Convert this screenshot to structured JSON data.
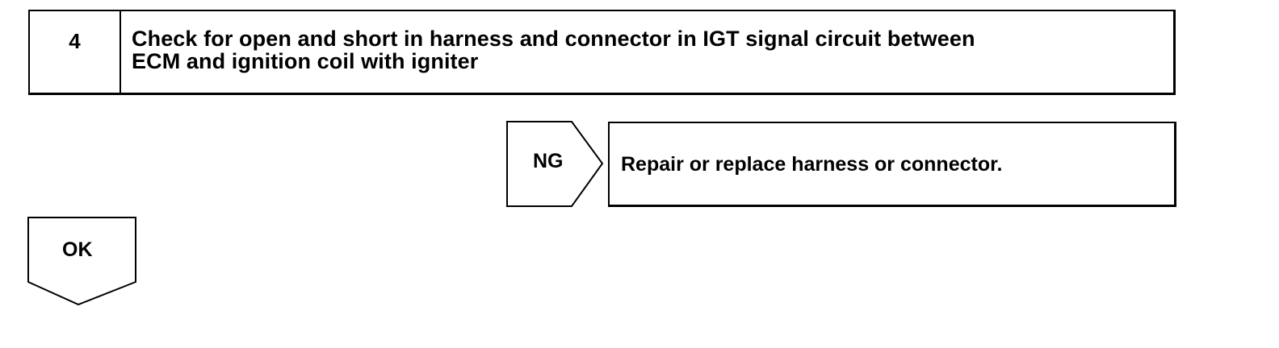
{
  "step": {
    "number": "4",
    "title_line1": "Check for open and short in harness and connector in IGT signal circuit between",
    "title_line2": "ECM and ignition coil with igniter"
  },
  "ng_branch": {
    "label": "NG",
    "action": "Repair or replace harness or connector."
  },
  "ok_branch": {
    "label": "OK"
  }
}
